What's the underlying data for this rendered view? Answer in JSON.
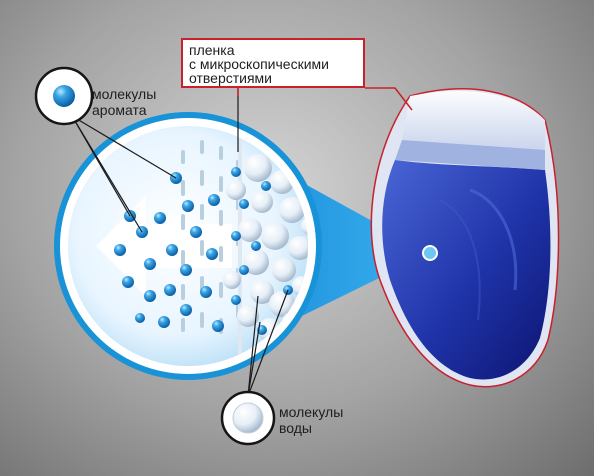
{
  "labels": {
    "film": [
      "пленка",
      "с микроскопическими",
      "отверстиями"
    ],
    "aroma_molecules": [
      "молекулы",
      "аромата"
    ],
    "water_molecules": [
      "молекулы",
      "воды"
    ]
  },
  "colors": {
    "background": "#a3a3a3",
    "lens_border": "#1993d8",
    "aroma_molecule": "#1784c7",
    "water_molecule": "#ffffff",
    "callout_border": "#c8202c",
    "capsule_liquid": "#1c2ea0"
  }
}
